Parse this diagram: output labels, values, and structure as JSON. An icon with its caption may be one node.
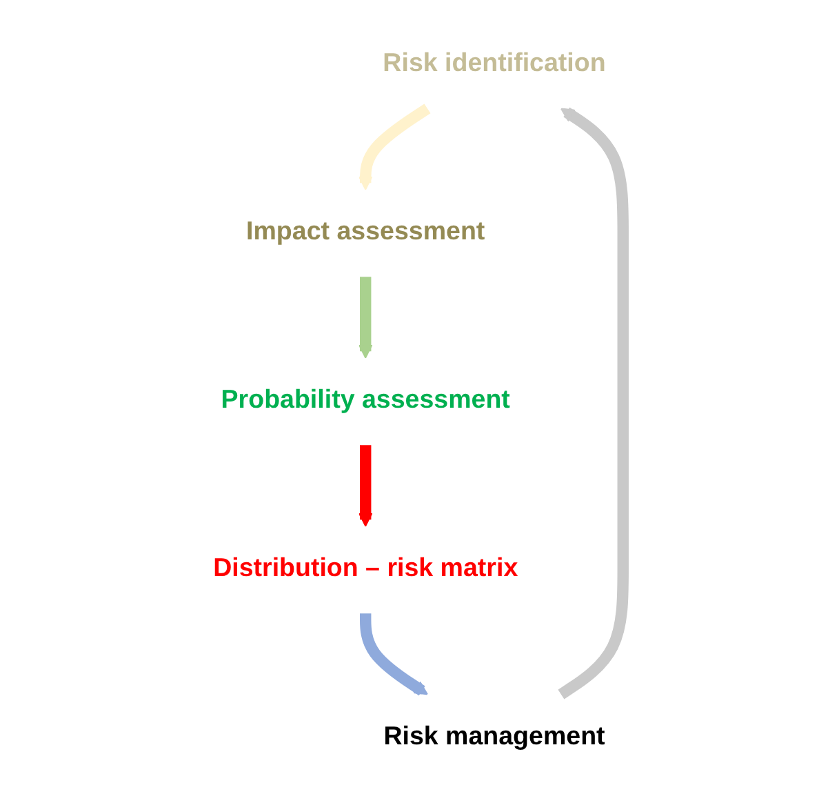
{
  "diagram": {
    "nodes": [
      {
        "text": [
          "Risk identification"
        ]
      },
      {
        "text": [
          "Impact assessment"
        ]
      },
      {
        "text": [
          "Probability assessment"
        ]
      },
      {
        "text": [
          "Distribution – risk matrix"
        ]
      },
      {
        "text": [
          "Risk management"
        ]
      }
    ],
    "edges": [
      {
        "from": 0,
        "to": 1,
        "arrow": "to",
        "color": "#fff2cc"
      },
      {
        "from": 1,
        "to": 2,
        "arrow": "to",
        "color": "#a9d18e"
      },
      {
        "from": 2,
        "to": 3,
        "arrow": "to",
        "color": "#ff0000"
      },
      {
        "from": 3,
        "to": 4,
        "arrow": "to",
        "color": "#8faadc"
      },
      {
        "from": 4,
        "to": 0,
        "arrow": "to",
        "color": "#c9c9c9"
      }
    ]
  }
}
